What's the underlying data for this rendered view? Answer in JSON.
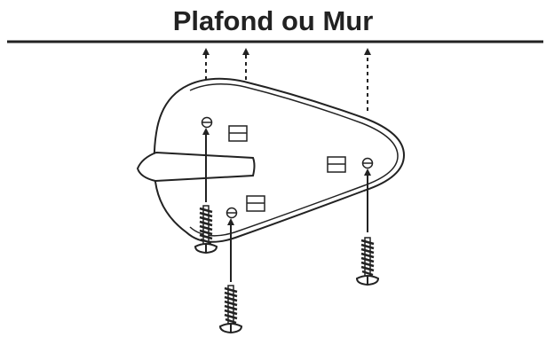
{
  "title": "Plafond ou Mur",
  "colors": {
    "line": "#222222",
    "fill": "#ffffff",
    "background": "#ffffff"
  },
  "parts": {
    "surface": "surface-line",
    "bracket": "mounting-bracket",
    "screws": [
      "screw-left",
      "screw-middle",
      "screw-right"
    ],
    "arrows": [
      "up-arrow",
      "up-arrow",
      "up-arrow",
      "insert-arrow",
      "insert-arrow",
      "insert-arrow"
    ]
  }
}
